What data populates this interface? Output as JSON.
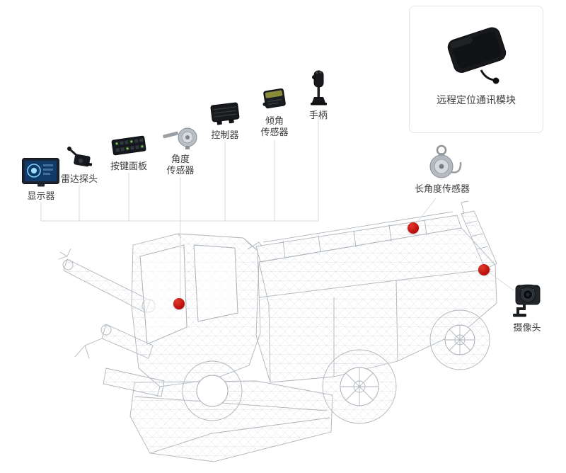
{
  "title": "vehicle-components-diagram",
  "labels": {
    "display": "显示器",
    "radar": "雷达探头",
    "keypad": "按键面板",
    "angle_sensor_l1": "角度",
    "angle_sensor_l2": "传感器",
    "controller": "控制器",
    "tilt_sensor_l1": "倾角",
    "tilt_sensor_l2": "传感器",
    "joystick": "手柄",
    "remote_module": "远程定位通讯模块",
    "long_angle_sensor": "长角度传感器",
    "camera": "摄像头"
  },
  "colors": {
    "callout_dot": "#b40a0a",
    "connector_line": "#dadada",
    "wireframe": "#aeb5bc",
    "text": "#3d3d3d",
    "module_box_border": "#e4e4e4"
  }
}
